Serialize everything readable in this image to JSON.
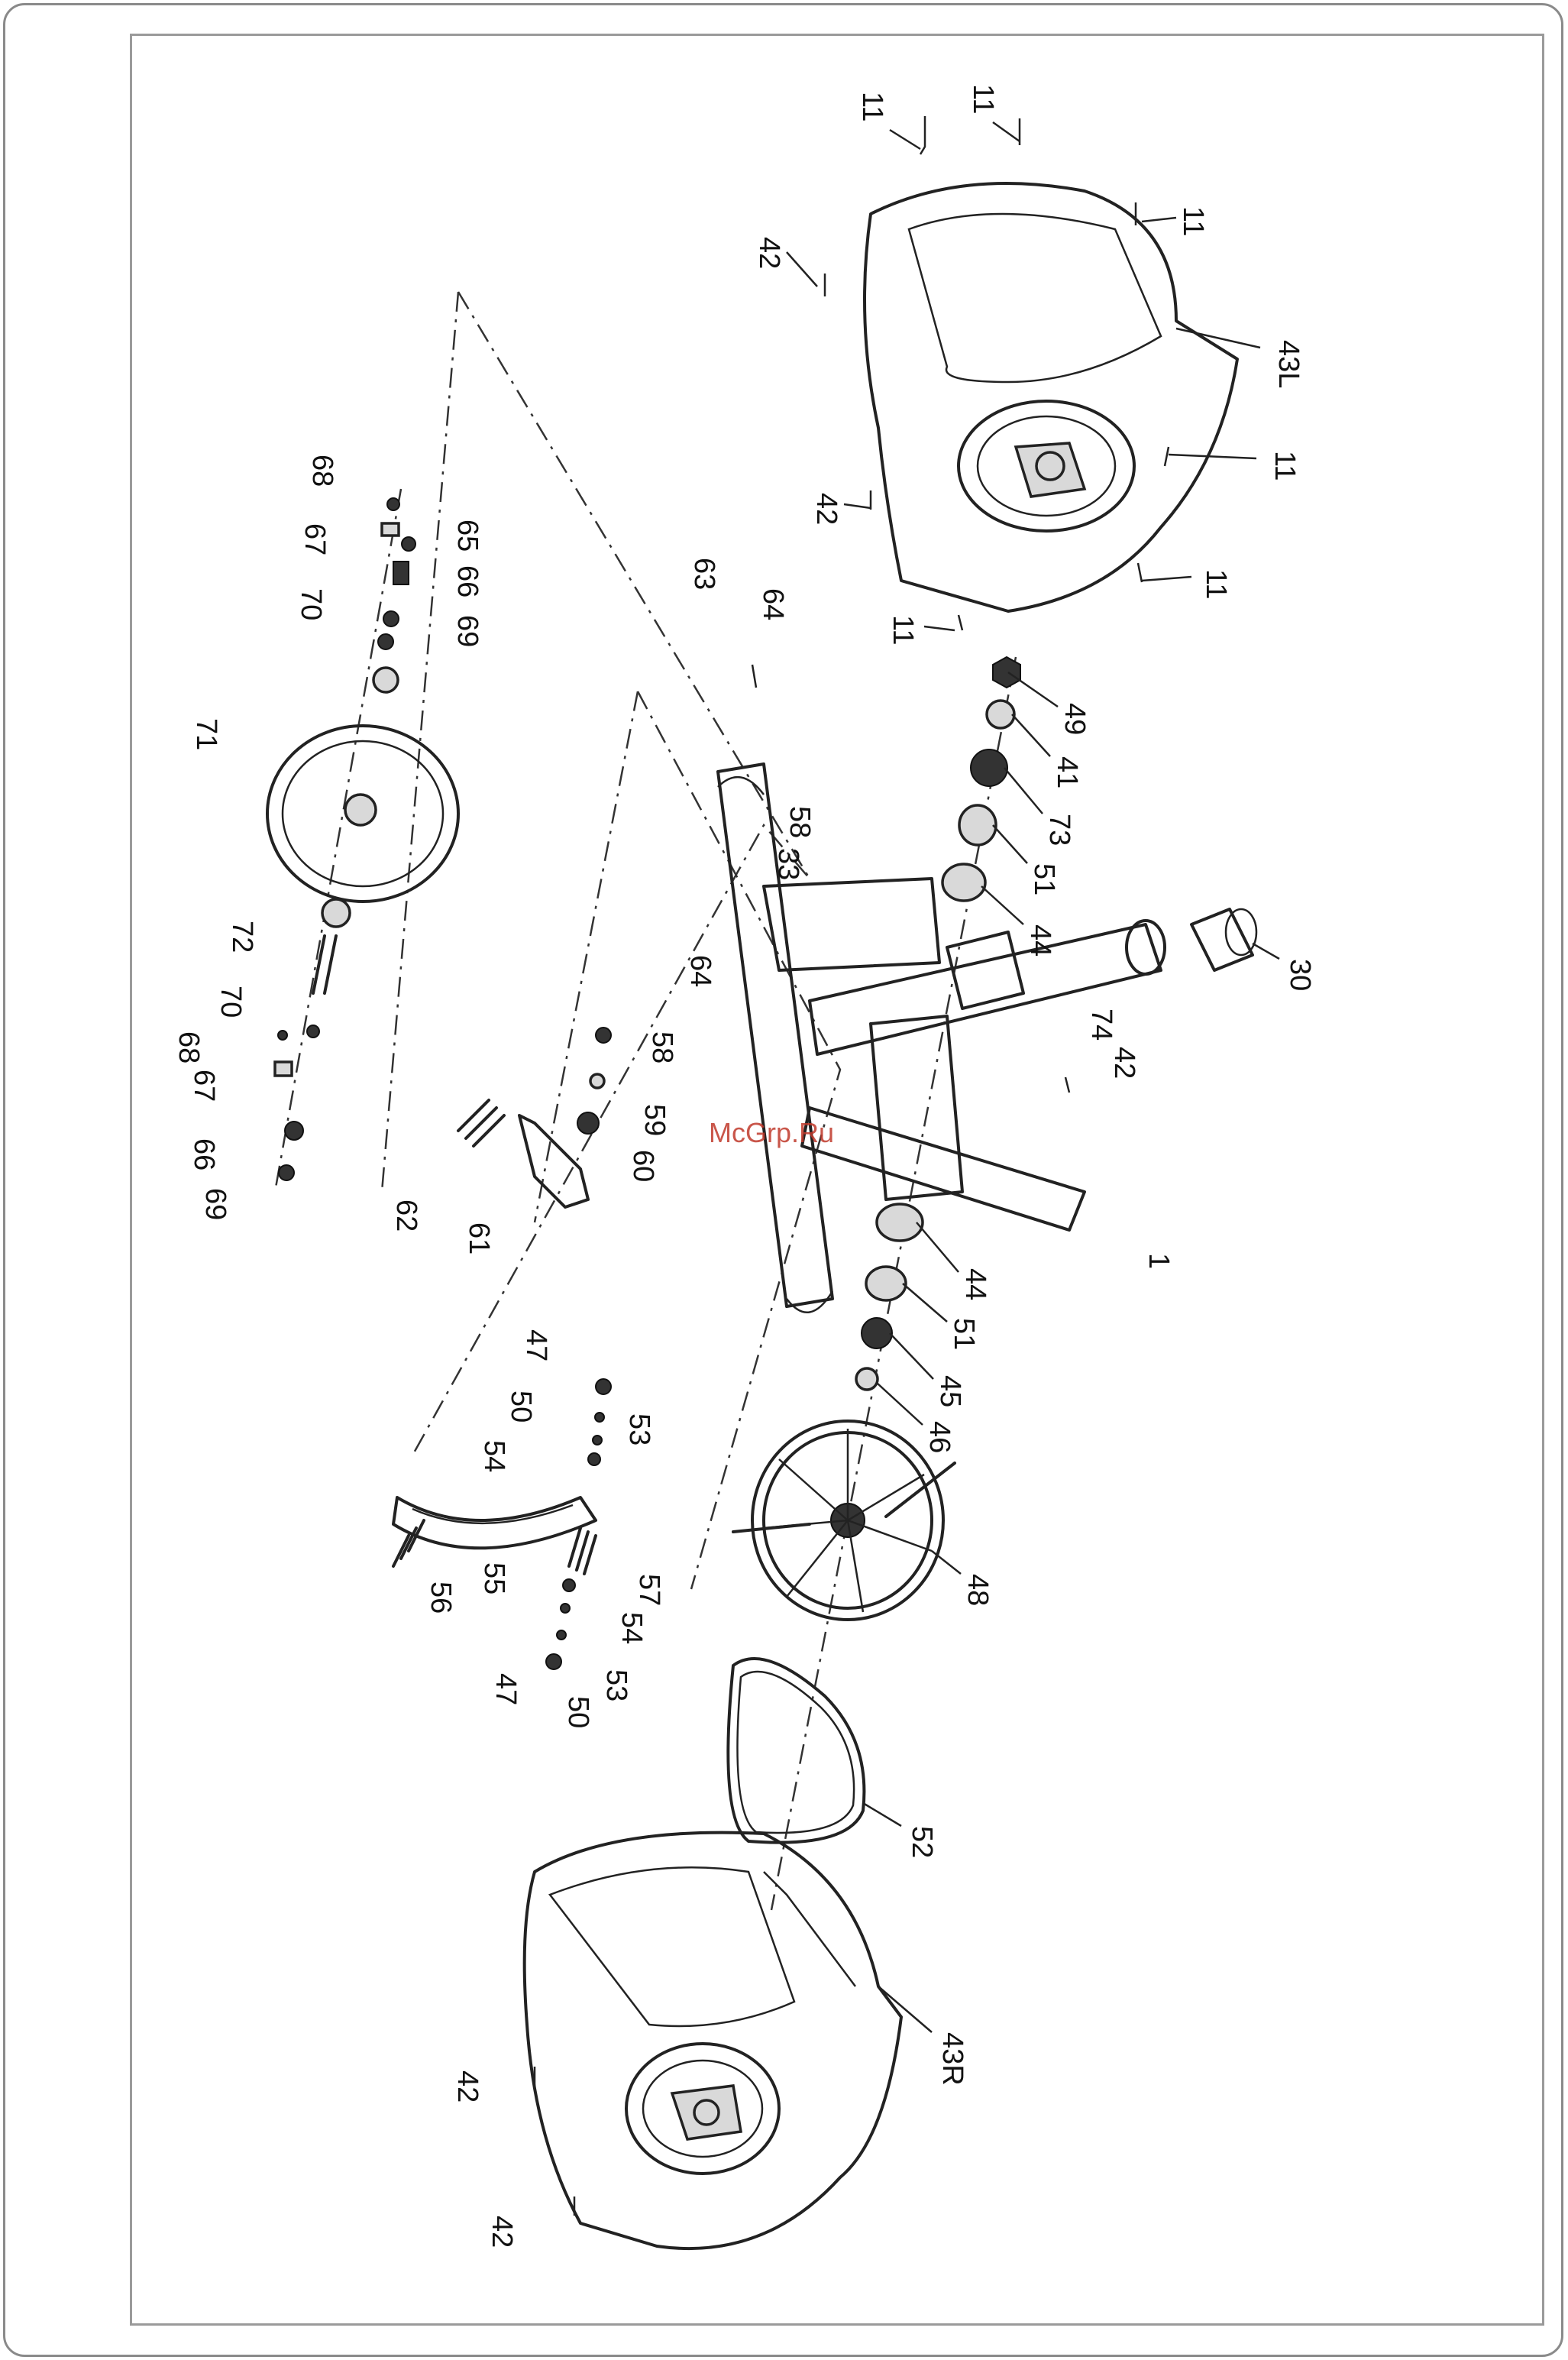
{
  "diagram": {
    "type": "exploded-parts-view",
    "labels": [
      "11",
      "11",
      "11",
      "11",
      "11",
      "11",
      "42",
      "42",
      "42",
      "42",
      "42",
      "43L",
      "43R",
      "49",
      "41",
      "73",
      "51",
      "44",
      "44",
      "51",
      "45",
      "46",
      "48",
      "30",
      "74",
      "1",
      "63",
      "64",
      "64",
      "58",
      "33",
      "58",
      "59",
      "60",
      "61",
      "62",
      "68",
      "67",
      "65",
      "66",
      "69",
      "70",
      "71",
      "72",
      "70",
      "68",
      "67",
      "66",
      "69",
      "47",
      "50",
      "53",
      "54",
      "55",
      "56",
      "57",
      "54",
      "53",
      "47",
      "50",
      "52"
    ]
  },
  "watermark": {
    "text": "McGrp.Ru",
    "color": "#c0392b"
  }
}
